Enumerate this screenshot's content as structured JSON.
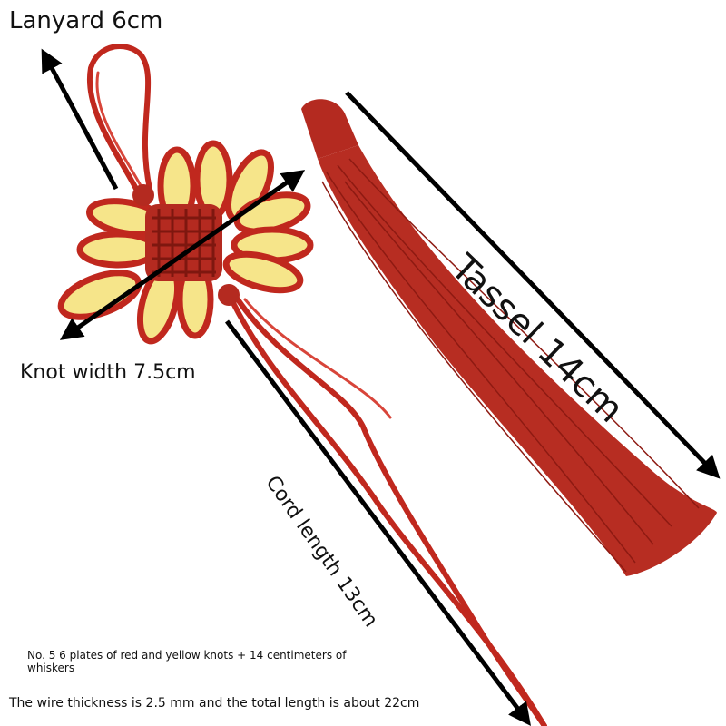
{
  "labels": {
    "lanyard": "Lanyard 6cm",
    "knot_width": "Knot width 7.5cm",
    "tassel": "Tassel 14cm",
    "cord_length": "Cord length 13cm",
    "note_product": "No. 5 6 plates of red and yellow knots + 14 centimeters of whiskers",
    "note_specs": "The wire thickness is 2.5 mm and the total length is about 22cm"
  },
  "colors": {
    "cord_red": "#c0281e",
    "dark_red": "#8e1a12",
    "petal_yellow": "#f6e58a",
    "arrow": "#000000"
  }
}
